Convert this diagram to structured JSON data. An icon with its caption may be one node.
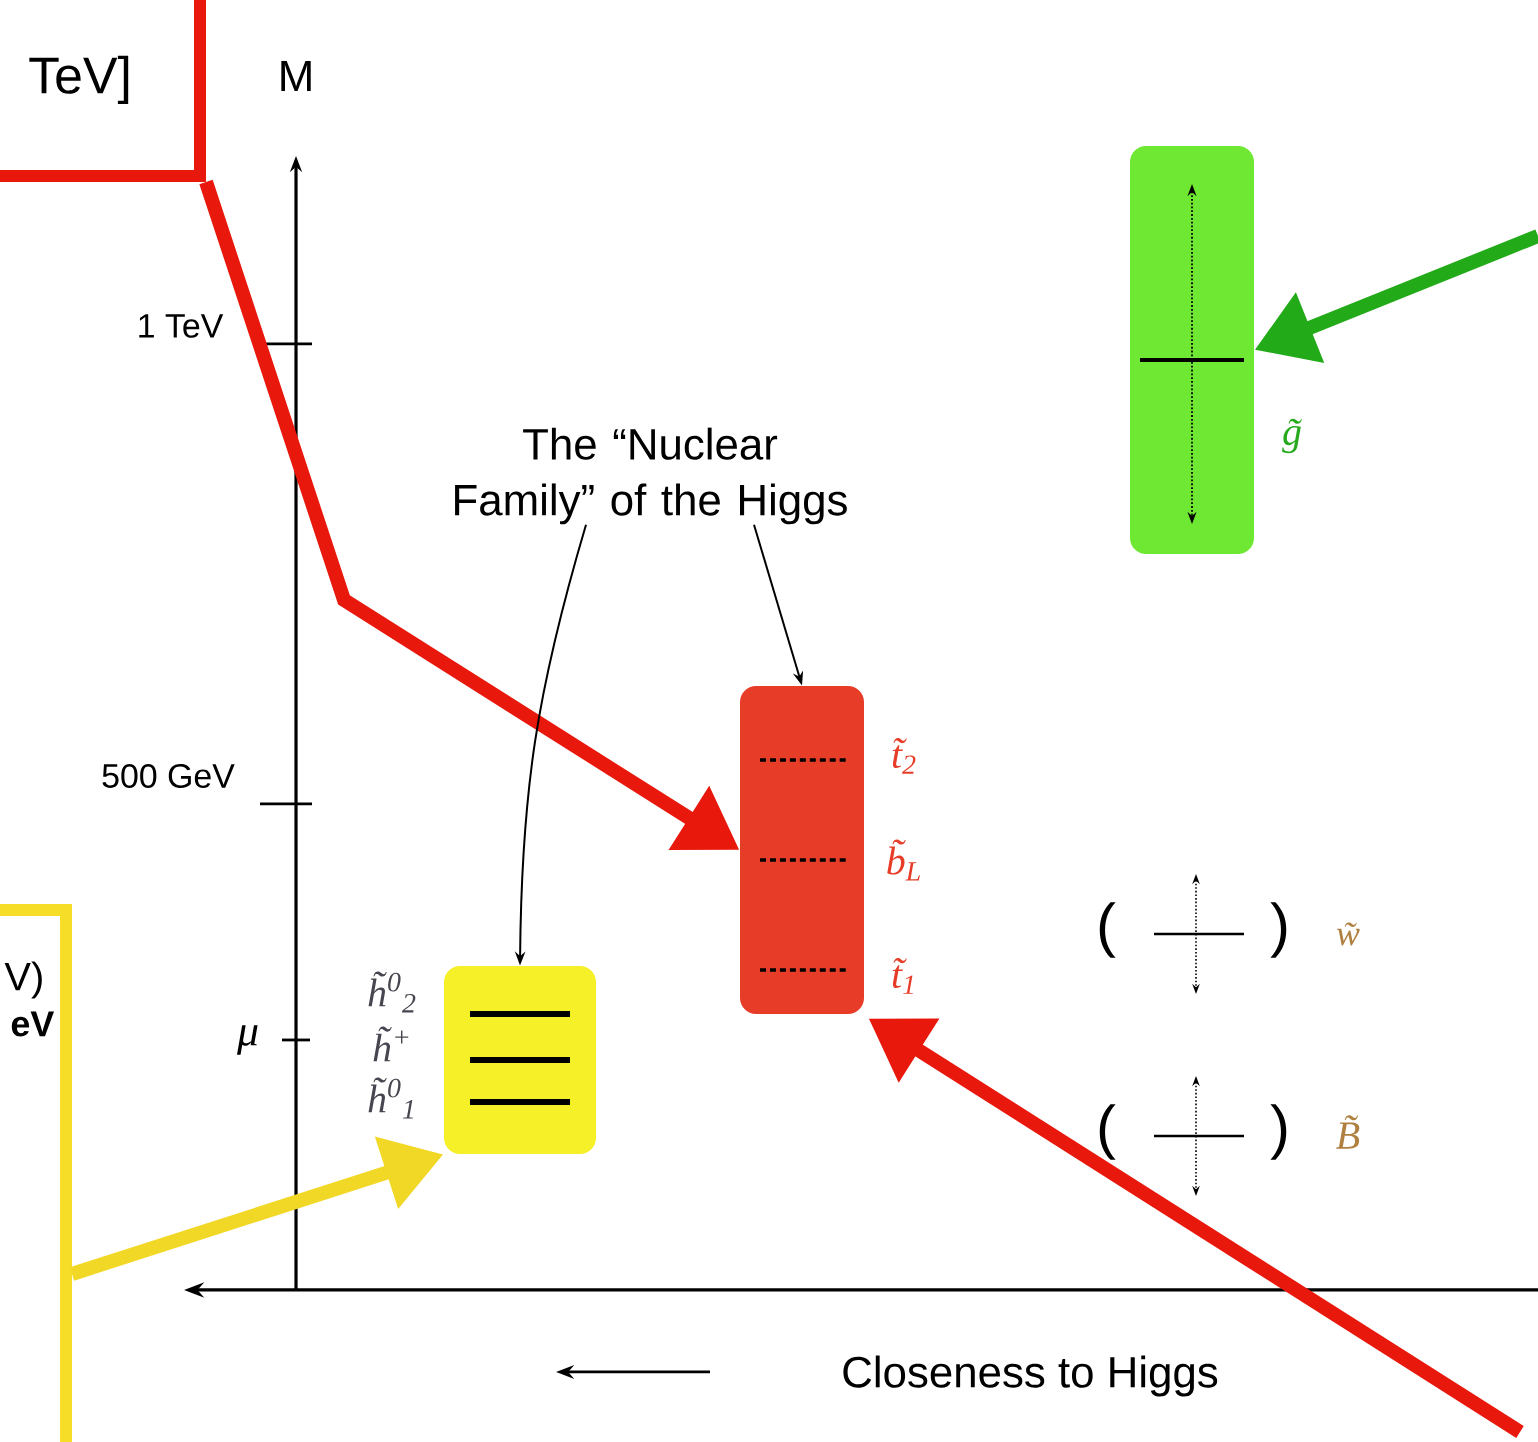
{
  "diagram": {
    "nodes": [
      {
        "text": [
          "TeV]"
        ]
      },
      {
        "text": [
          "The “Nuclear Family” of the Higgs"
        ]
      },
      {
        "text": [],
        "shape": "box",
        "beside": [
          "h̃$^{0}$$_{2}$",
          "h̃$^{+}$",
          "h̃$^{0}$$_{1}$"
        ]
      },
      {
        "text": [],
        "shape": "box",
        "beside": [
          "t̃$_{2}$",
          "b̃$_{L}$",
          "t̃$_{1}$"
        ]
      },
      {
        "text": [],
        "shape": "box",
        "beside": [
          "g̃"
        ]
      },
      {
        "text": [
          "V)",
          "eV"
        ]
      }
    ],
    "edges": [
      {
        "from": 0,
        "to": 3,
        "arrow": "to",
        "color": "#e8180c"
      },
      {
        "from": null,
        "to": 3,
        "arrow": "to",
        "color": "#e8180c"
      },
      {
        "from": 5,
        "to": 2,
        "arrow": "to",
        "color": "#f2d826"
      },
      {
        "from": null,
        "to": 4,
        "arrow": "to",
        "color": "#22aa18"
      },
      {
        "from": 1,
        "to": 2,
        "arrow": "to",
        "color": "#000000"
      },
      {
        "from": 1,
        "to": 3,
        "arrow": "to",
        "color": "#000000"
      }
    ],
    "labels": [
      "M",
      "1 TeV",
      "500 GeV",
      "μ",
      "w̃",
      "B̃",
      "Closeness to Higgs",
      "(",
      ")",
      "(",
      ")"
    ]
  }
}
